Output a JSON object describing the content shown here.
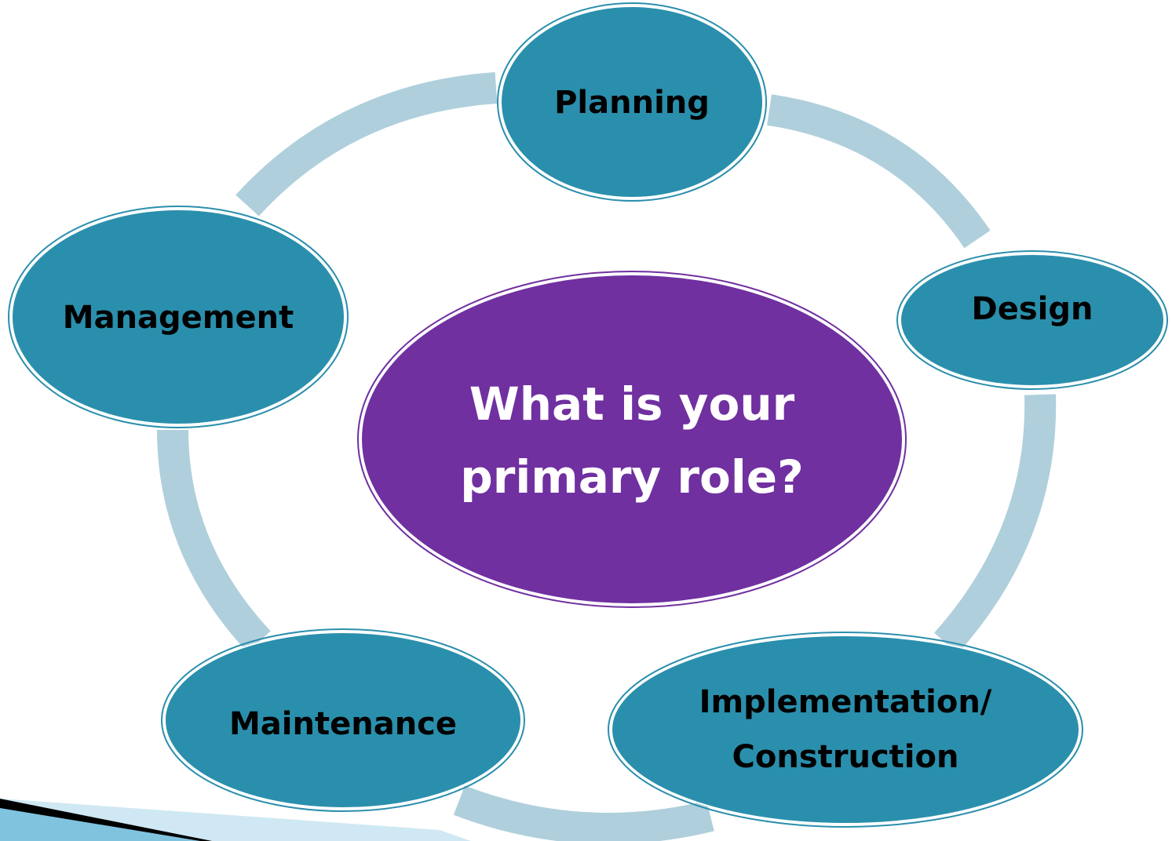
{
  "center": {
    "line1": "What is your",
    "line2": "primary role?"
  },
  "nodes": [
    {
      "id": "planning",
      "line1": "Planning"
    },
    {
      "id": "design",
      "line1": "Design"
    },
    {
      "id": "implementation",
      "line1": "Implementation/",
      "line2": "Construction"
    },
    {
      "id": "maintenance",
      "line1": "Maintenance"
    },
    {
      "id": "management",
      "line1": "Management"
    }
  ],
  "colors": {
    "ring": "#afcfdc",
    "node_fill": "#2a8fac",
    "node_outline": "#1f6f88",
    "center_fill": "#7030a0",
    "corner_stripe_light": "#bfe0ee",
    "corner_stripe_dark": "#8cc6e0"
  }
}
